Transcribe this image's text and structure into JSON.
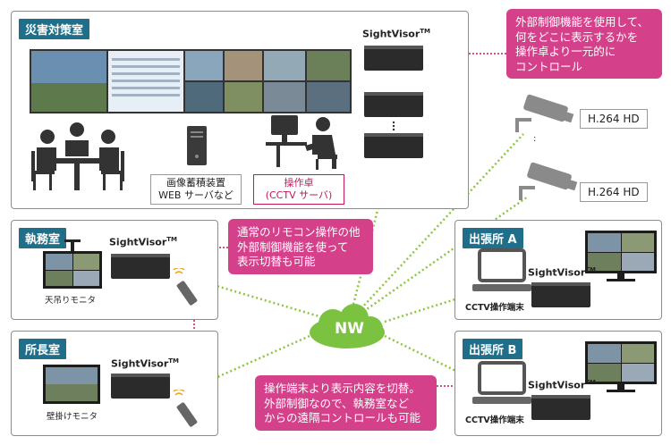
{
  "control_room": {
    "title": "災害対策室",
    "storage_label_line1": "画像蓄積装置",
    "storage_label_line2": "WEB サーバなど",
    "console_label_line1": "操作卓",
    "console_label_line2": "(CCTV サーバ)",
    "sightvisor_label": "SightVisor",
    "tm": "TM"
  },
  "callouts": {
    "top_right": [
      "外部制御機能を使用して、",
      "何をどこに表示するかを",
      "操作卓より一元的に",
      "コントロール"
    ],
    "middle": [
      "通常のリモコン操作の他",
      "外部制御機能を使って",
      "表示切替も可能"
    ],
    "bottom": [
      "操作端末より表示内容を切替。",
      "外部制御なので、執務室など",
      "からの遠隔コントロールも可能"
    ]
  },
  "cameras": [
    {
      "label": "H.264 HD"
    },
    {
      "label": "H.264 HD"
    }
  ],
  "rooms": {
    "office": {
      "title": "執務室",
      "monitor_label": "天吊りモニタ",
      "sightvisor_label": "SightVisor",
      "tm": "TM"
    },
    "director": {
      "title": "所長室",
      "monitor_label": "壁掛けモニタ",
      "sightvisor_label": "SightVisor",
      "tm": "TM"
    },
    "branch_a": {
      "title": "出張所 A",
      "terminal_label": "CCTV操作端末",
      "sightvisor_label": "SightVisor",
      "tm": "TM"
    },
    "branch_b": {
      "title": "出張所 B",
      "terminal_label": "CCTV操作端末",
      "sightvisor_label": "SightVisor",
      "tm": "TM"
    }
  },
  "network": {
    "label": "NW"
  },
  "colors": {
    "tag_bg": "#1f6f8b",
    "callout_bg": "#d4408a",
    "link_green": "#8dc63f",
    "cloud_green": "#7cc241",
    "dotted_pink": "#c2185b",
    "device_dark": "#2b2b2b"
  }
}
